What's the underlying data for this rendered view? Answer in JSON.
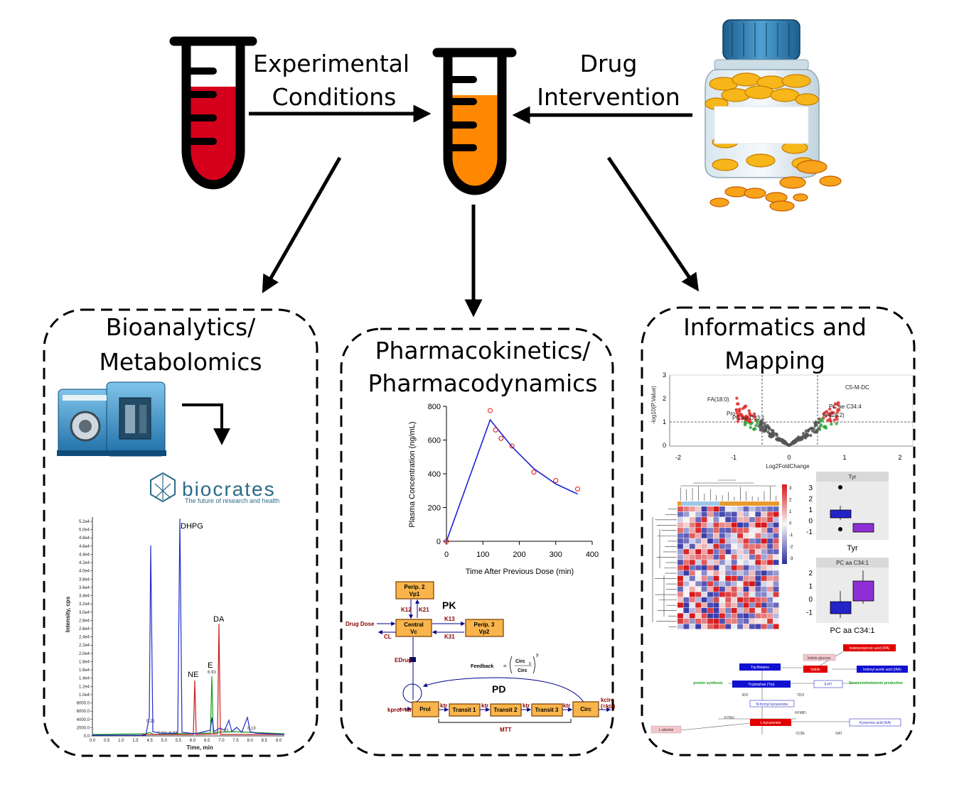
{
  "labels": {
    "experimental": [
      "Experimental",
      "Conditions"
    ],
    "drug": [
      "Drug",
      "Intervention"
    ],
    "panel_bio": [
      "Bioanalytics/",
      "Metabolomics"
    ],
    "panel_pk": [
      "Pharmacokinetics/",
      "Pharmacodynamics"
    ],
    "panel_info": [
      "Informatics and",
      "Mapping"
    ]
  },
  "biocrates": {
    "name": "biocrates",
    "tagline": "The future of research and health"
  },
  "chromatogram": {
    "ylabel": "Intensity, cps",
    "xlabel": "Time, min",
    "y_ticks": [
      "5.2e4",
      "5.0e4",
      "4.8e4",
      "4.6e4",
      "4.4e4",
      "4.2e4",
      "4.0e4",
      "3.8e4",
      "3.6e4",
      "3.4e4",
      "3.2e4",
      "3.0e4",
      "2.8e4",
      "2.6e4",
      "2.4e4",
      "2.2e4",
      "2.0e4",
      "1.8e4",
      "1.6e4",
      "1.4e4",
      "1.2e4",
      "1.0e4",
      "8000.0",
      "6000.0",
      "4000.0",
      "2000.0",
      "0.0"
    ],
    "x_ticks": [
      "0.0",
      "0.5",
      "1.0",
      "1.5",
      "4.5",
      "5.0",
      "5.5",
      "6.0",
      "6.5",
      "7.0",
      "7.5",
      "8.0",
      "8.5",
      "9.0"
    ],
    "peaks": [
      "DHPG",
      "NE",
      "E",
      "DA"
    ],
    "small_labels": [
      "5.21",
      "6.93",
      "8.19",
      "5.53",
      "5.77",
      "7.31"
    ]
  },
  "pk_chart": {
    "ylabel": "Plasma Concentration (ng/mL)",
    "xlabel": "Time After Previous Dose (min)",
    "y_ticks": [
      "0",
      "200",
      "400",
      "600",
      "800"
    ],
    "x_ticks": [
      "0",
      "100",
      "200",
      "300",
      "400"
    ]
  },
  "chart_data": {
    "type": "scatter",
    "title": "",
    "xlabel": "Time After Previous Dose (min)",
    "ylabel": "Plasma Concentration (ng/mL)",
    "xlim": [
      0,
      400
    ],
    "ylim": [
      0,
      800
    ],
    "observed": {
      "x": [
        0,
        120,
        135,
        150,
        180,
        240,
        300,
        360
      ],
      "y": [
        0,
        775,
        660,
        610,
        565,
        410,
        360,
        310
      ]
    },
    "model": {
      "x": [
        0,
        120,
        180,
        240,
        300,
        360
      ],
      "y": [
        0,
        720,
        560,
        430,
        340,
        280
      ]
    }
  },
  "pkpd": {
    "perip2": [
      "Perip. 2",
      "Vp1"
    ],
    "central": [
      "Central",
      "Vc"
    ],
    "perip3": [
      "Perip. 3",
      "Vp2"
    ],
    "pk": "PK",
    "pd": "PD",
    "drug_dose": "Drug Dose",
    "cl": "CL",
    "k12": "K12",
    "k21": "K21",
    "k13": "K13",
    "k31": "K31",
    "edrug": "EDrug",
    "feedback": "Feedback",
    "circ": "Circ",
    "circ0": "Circ",
    "zero": "0",
    "gamma": "γ",
    "prol": "Prol",
    "transit1": "Transit 1",
    "transit2": "Transit 2",
    "transit3": "Transit 3",
    "circbox": "Circ",
    "kprol": "kprol=ktr",
    "ktr": "ktr",
    "kcirc": "kcirc",
    "kcirc2": "(=ktr)",
    "mtt": "MTT"
  },
  "volcano": {
    "ylabel": "-log10(P.Value)",
    "xlabel": "Log2FoldChange",
    "x_ticks": [
      "-2",
      "-1",
      "0",
      "1",
      "2"
    ],
    "y_ticks": [
      "0",
      "1",
      "2",
      "3"
    ],
    "labels": [
      "FA(18:0)",
      "Pro",
      "PC ae C33:1",
      "C5-M-DC",
      "PC ae C34:4",
      "FA(18:2)"
    ]
  },
  "heatmap": {
    "legend_ticks": [
      "3",
      "2",
      "1",
      "0",
      "-1",
      "-2",
      "-3"
    ]
  },
  "boxplots": [
    {
      "title": "Tyr",
      "xlabel": "Tyr",
      "y_ticks": [
        "3",
        "2",
        "1",
        "0",
        "-1"
      ]
    },
    {
      "title": "PC aa C34:1",
      "xlabel": "PC aa C34:1",
      "y_ticks": [
        "2",
        "1",
        "0",
        "-1"
      ]
    }
  ],
  "pathway": {
    "nodes": [
      "Indole-glucose",
      "Indolepropionic acid (IPA)",
      "Trp-Betaine",
      "Indole",
      "Indoxyl acetic acid (IAA)",
      "Tryptophan (Trp)",
      "5-HT",
      "Serotonin/melatonin production",
      "protein synthesis",
      "N-formyl kynurenine",
      "L-kynurenine",
      "Kynurenic acid (KA)",
      "L-alanine"
    ],
    "enzymes": [
      "IDO",
      "TDO",
      "KFMID",
      "KYNU",
      "KAT",
      "CCBL"
    ]
  },
  "colors": {
    "blood": "#d4001c",
    "orange": "#ff8800",
    "pk_box": "#f9b54c",
    "dark_red": "#8b0000"
  }
}
